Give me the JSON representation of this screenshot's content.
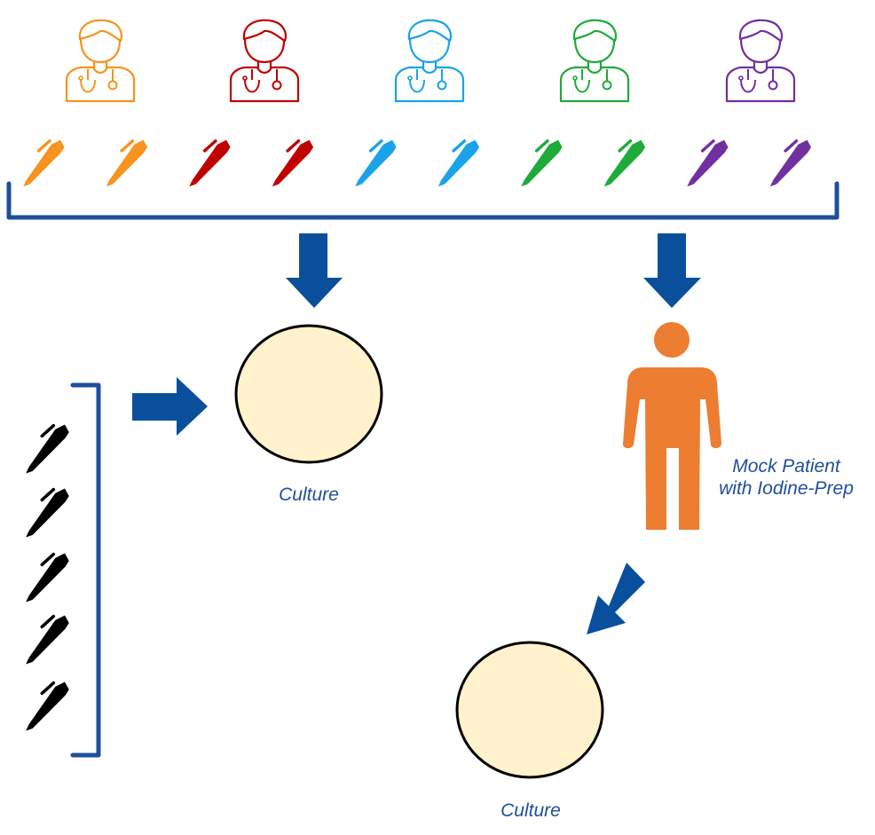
{
  "doctors": [
    {
      "id": "orange",
      "color": "#f7931e"
    },
    {
      "id": "red",
      "color": "#c00000"
    },
    {
      "id": "blue",
      "color": "#1aa3e8"
    },
    {
      "id": "green",
      "color": "#1faa3a"
    },
    {
      "id": "purple",
      "color": "#7030a0"
    }
  ],
  "pen_count_per_doctor": 2,
  "control_pen_count": 5,
  "colors": {
    "bracket": "#1f4e9c",
    "arrow": "#0a4f9c",
    "culture_fill": "#fff2cc",
    "culture_stroke": "#000000",
    "patient": "#ed7d31",
    "label": "#1f4e9c",
    "control_pen": "#000000"
  },
  "labels": {
    "culture_1": "Culture",
    "culture_2": "Culture",
    "patient_line1": "Mock Patient",
    "patient_line2": "with Iodine-Prep"
  },
  "icons": {
    "doctor": "doctor-with-stethoscope-icon",
    "pen": "pen-icon",
    "patient": "person-silhouette-icon",
    "culture": "culture-dish-icon"
  }
}
